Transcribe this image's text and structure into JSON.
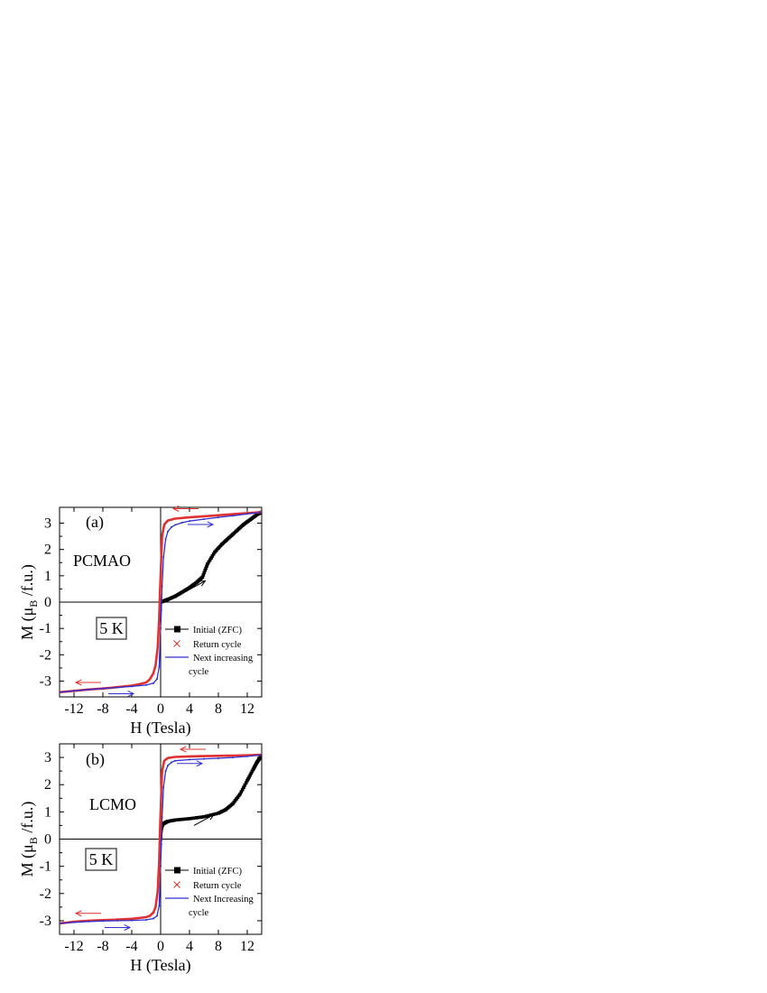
{
  "chart_data": [
    {
      "type": "line",
      "panel_label": "(a)",
      "sample_label": "PCMAO",
      "temperature_label": "5 K",
      "xlabel": "H (Tesla)",
      "ylabel": "M (μ",
      "ylabel_sub": "B",
      "ylabel_tail": " /f.u.)",
      "xlim": [
        -14,
        14
      ],
      "ylim": [
        -3.6,
        3.6
      ],
      "xticks": [
        -12,
        -8,
        -4,
        0,
        4,
        8,
        12
      ],
      "yticks": [
        -3,
        -2,
        -1,
        0,
        1,
        2,
        3
      ],
      "legend": {
        "position": "bottom-right",
        "entries": [
          "Initial (ZFC)",
          "Return cycle",
          "Next increasing",
          "cycle"
        ]
      },
      "series": [
        {
          "name": "Initial (ZFC)",
          "color": "#000000",
          "marker": "square",
          "x": [
            0,
            0.5,
            1,
            2,
            3,
            4,
            5,
            5.8,
            6.5,
            7.5,
            8.5,
            9.5,
            10.5,
            11.5,
            12.5,
            13.5,
            14
          ],
          "y": [
            0.0,
            0.05,
            0.1,
            0.22,
            0.38,
            0.55,
            0.75,
            0.95,
            1.45,
            1.9,
            2.2,
            2.45,
            2.7,
            2.95,
            3.15,
            3.35,
            3.42
          ]
        },
        {
          "name": "Return cycle",
          "color": "#e03030",
          "marker": "x",
          "x": [
            14,
            12,
            10,
            8,
            6,
            4,
            2,
            1,
            0.5,
            0.2,
            0,
            -0.1,
            -0.2,
            -0.4,
            -0.7,
            -1,
            -1.5,
            -2,
            -3,
            -4,
            -6,
            -8,
            -10,
            -12,
            -14
          ],
          "y": [
            3.42,
            3.38,
            3.34,
            3.3,
            3.26,
            3.22,
            3.17,
            3.1,
            2.95,
            2.5,
            1.0,
            0.3,
            -0.6,
            -1.7,
            -2.4,
            -2.7,
            -2.93,
            -3.05,
            -3.12,
            -3.17,
            -3.23,
            -3.28,
            -3.32,
            -3.37,
            -3.42
          ]
        },
        {
          "name": "Next increasing cycle",
          "color": "#3030d0",
          "marker": "line",
          "x": [
            -14,
            -12,
            -10,
            -8,
            -6,
            -4,
            -2,
            -1,
            -0.5,
            -0.2,
            0,
            0.1,
            0.2,
            0.4,
            0.7,
            1,
            1.5,
            2,
            3,
            4,
            6,
            8,
            10,
            12,
            14
          ],
          "y": [
            -3.42,
            -3.37,
            -3.32,
            -3.28,
            -3.24,
            -3.2,
            -3.15,
            -3.08,
            -2.92,
            -2.45,
            -1.0,
            -0.3,
            0.6,
            1.7,
            2.4,
            2.68,
            2.85,
            2.93,
            3.02,
            3.08,
            3.15,
            3.22,
            3.28,
            3.35,
            3.42
          ]
        }
      ],
      "arrows": [
        {
          "color": "#e03030",
          "direction": "left",
          "at": [
            3.5,
            3.55
          ]
        },
        {
          "color": "#3030d0",
          "direction": "right",
          "at": [
            5.5,
            2.95
          ]
        },
        {
          "color": "#000000",
          "direction": "up-right",
          "at": [
            4.8,
            0.6
          ]
        },
        {
          "color": "#e03030",
          "direction": "left",
          "at": [
            -10,
            -3.05
          ]
        },
        {
          "color": "#3030d0",
          "direction": "right",
          "at": [
            -5.5,
            -3.48
          ]
        }
      ]
    },
    {
      "type": "line",
      "panel_label": "(b)",
      "sample_label": "LCMO",
      "temperature_label": "5 K",
      "xlabel": "H (Tesla)",
      "ylabel": "M (μ",
      "ylabel_sub": "B",
      "ylabel_tail": " /f.u.)",
      "xlim": [
        -14,
        14
      ],
      "ylim": [
        -3.5,
        3.5
      ],
      "xticks": [
        -12,
        -8,
        -4,
        0,
        4,
        8,
        12
      ],
      "yticks": [
        -3,
        -2,
        -1,
        0,
        1,
        2,
        3
      ],
      "legend": {
        "position": "bottom-right",
        "entries": [
          "Initial (ZFC)",
          "Return cycle",
          "Next Increasing",
          "cycle"
        ]
      },
      "series": [
        {
          "name": "Initial (ZFC)",
          "color": "#000000",
          "marker": "square",
          "x": [
            0,
            0.05,
            0.15,
            0.3,
            0.6,
            1,
            2,
            4,
            6,
            8,
            9,
            10,
            11,
            12,
            12.8,
            13.3,
            13.8,
            14
          ],
          "y": [
            0.0,
            0.3,
            0.45,
            0.55,
            0.6,
            0.65,
            0.7,
            0.75,
            0.82,
            0.95,
            1.08,
            1.3,
            1.65,
            2.15,
            2.55,
            2.8,
            3.0,
            3.08
          ]
        },
        {
          "name": "Return cycle",
          "color": "#e03030",
          "marker": "x",
          "x": [
            14,
            12,
            10,
            8,
            6,
            4,
            2,
            1,
            0.5,
            0.2,
            0,
            -0.1,
            -0.2,
            -0.4,
            -0.7,
            -1,
            -1.5,
            -2,
            -4,
            -6,
            -8,
            -10,
            -12,
            -14
          ],
          "y": [
            3.1,
            3.08,
            3.07,
            3.06,
            3.05,
            3.04,
            3.02,
            2.98,
            2.88,
            2.5,
            1.0,
            0.2,
            -0.8,
            -1.9,
            -2.5,
            -2.7,
            -2.82,
            -2.87,
            -2.93,
            -2.96,
            -2.98,
            -3.0,
            -3.04,
            -3.1
          ]
        },
        {
          "name": "Next Increasing cycle",
          "color": "#3030d0",
          "marker": "line",
          "x": [
            -14,
            -12,
            -10,
            -8,
            -6,
            -4,
            -2,
            -1,
            -0.5,
            -0.2,
            0,
            0.1,
            0.2,
            0.4,
            0.7,
            1,
            1.5,
            2,
            4,
            6,
            8,
            10,
            12,
            14
          ],
          "y": [
            -3.1,
            -3.06,
            -3.03,
            -3.01,
            -3.0,
            -2.99,
            -2.97,
            -2.92,
            -2.82,
            -2.45,
            -1.0,
            -0.2,
            0.8,
            1.9,
            2.5,
            2.7,
            2.82,
            2.88,
            2.92,
            2.95,
            2.97,
            3.0,
            3.04,
            3.1
          ]
        }
      ],
      "arrows": [
        {
          "color": "#e03030",
          "direction": "left",
          "at": [
            4.5,
            3.3
          ]
        },
        {
          "color": "#3030d0",
          "direction": "right",
          "at": [
            4,
            2.78
          ]
        },
        {
          "color": "#000000",
          "direction": "up-right",
          "at": [
            6,
            0.7
          ]
        },
        {
          "color": "#e03030",
          "direction": "left",
          "at": [
            -10,
            -2.73
          ]
        },
        {
          "color": "#3030d0",
          "direction": "right",
          "at": [
            -6,
            -3.25
          ]
        }
      ]
    }
  ]
}
